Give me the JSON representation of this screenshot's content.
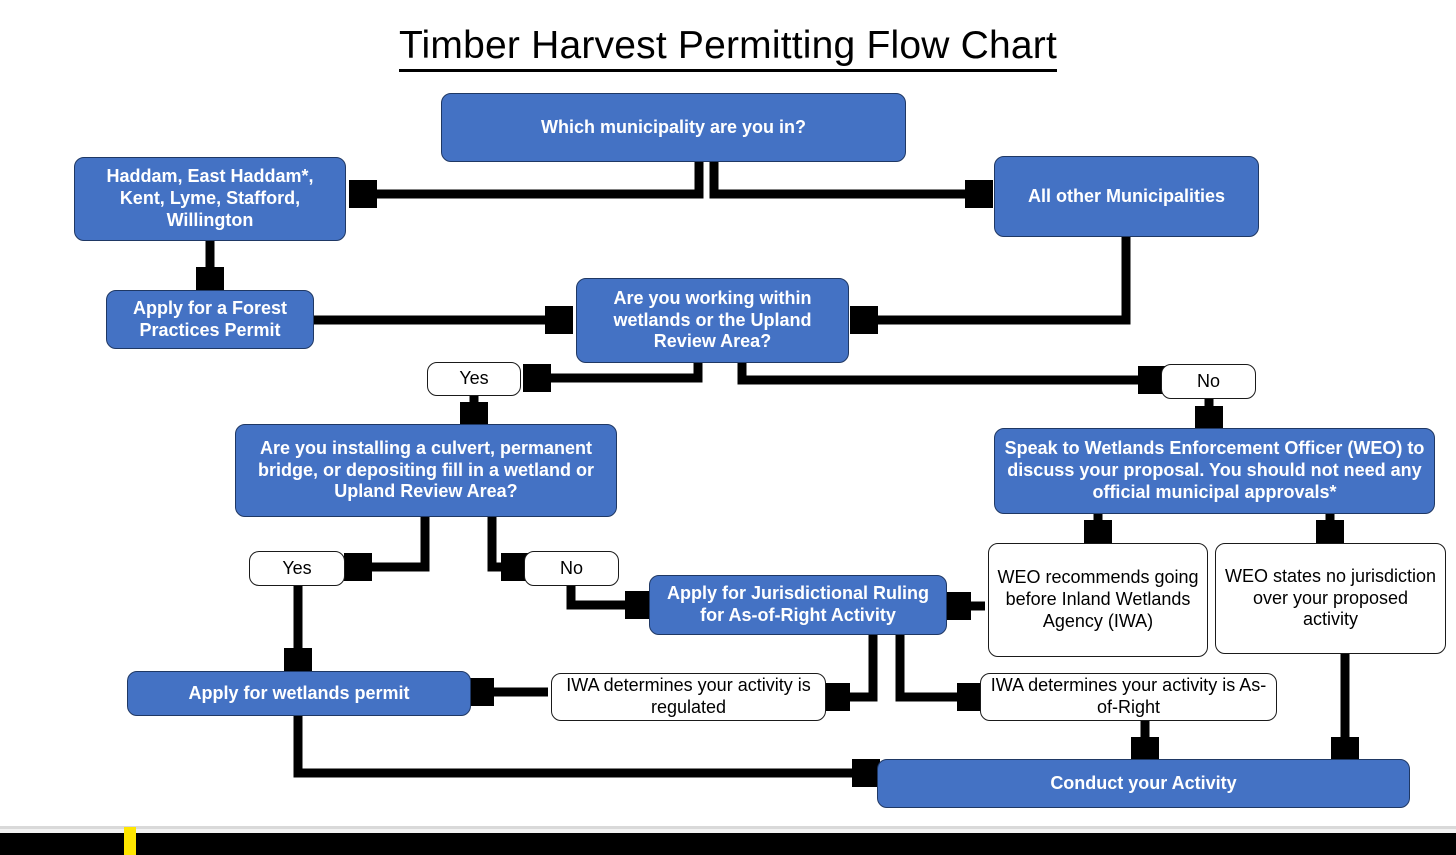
{
  "document": {
    "title": "Timber Harvest Permitting Flow Chart"
  },
  "colors": {
    "node_fill": "#4472C4",
    "node_border": "#1F3864",
    "node_text": "#FFFFFF",
    "decision_fill": "#FFFFFF",
    "decision_text": "#000000",
    "connector": "#000000",
    "footer_bar": "#000000",
    "footer_mark": "#FFE600"
  },
  "nodes": {
    "municipality_question": "Which municipality are you in?",
    "listed_municipalities": "Haddam, East Haddam*, Kent, Lyme, Stafford, Willington",
    "other_municipalities": "All other Municipalities",
    "forest_practices_permit": "Apply for a Forest Practices Permit",
    "wetlands_question": "Are you working within wetlands or the Upland Review Area?",
    "wetlands_yes": "Yes",
    "wetlands_no": "No",
    "culvert_question": "Are you installing a culvert, permanent bridge, or depositing fill in a wetland or Upland Review Area?",
    "weo_speak": "Speak to Wetlands Enforcement Officer (WEO) to discuss your proposal. You should not need any official municipal approvals*",
    "culvert_yes": "Yes",
    "culvert_no": "No",
    "weo_recommends": "WEO recommends going before Inland Wetlands Agency (IWA)",
    "weo_no_jurisdiction": "WEO states no jurisdiction over your proposed activity",
    "jurisdictional_ruling": "Apply for Jurisdictional Ruling for As-of-Right Activity",
    "wetlands_permit": "Apply for wetlands permit",
    "iwa_regulated": "IWA determines your activity is regulated",
    "iwa_as_of_right": "IWA determines your activity is As-of-Right",
    "conduct_activity": "Conduct your Activity"
  },
  "chart_data": {
    "type": "diagram",
    "title": "Timber Harvest Permitting Flow Chart",
    "diagram_kind": "flowchart",
    "steps": [
      {
        "id": "municipality_question",
        "label": "Which municipality are you in?",
        "kind": "process",
        "style": "blue"
      },
      {
        "id": "listed_municipalities",
        "label": "Haddam, East Haddam*, Kent, Lyme, Stafford, Willington",
        "kind": "process",
        "style": "blue"
      },
      {
        "id": "other_municipalities",
        "label": "All other Municipalities",
        "kind": "process",
        "style": "blue"
      },
      {
        "id": "forest_practices_permit",
        "label": "Apply for a Forest Practices Permit",
        "kind": "process",
        "style": "blue"
      },
      {
        "id": "wetlands_question",
        "label": "Are you working within wetlands or the Upland Review Area?",
        "kind": "decision",
        "style": "blue"
      },
      {
        "id": "wetlands_yes",
        "label": "Yes",
        "kind": "branch",
        "style": "white"
      },
      {
        "id": "wetlands_no",
        "label": "No",
        "kind": "branch",
        "style": "white"
      },
      {
        "id": "culvert_question",
        "label": "Are you installing a culvert, permanent bridge, or depositing fill in a wetland or Upland Review Area?",
        "kind": "decision",
        "style": "blue"
      },
      {
        "id": "weo_speak",
        "label": "Speak to Wetlands Enforcement Officer (WEO) to discuss your proposal. You should not need any official municipal approvals*",
        "kind": "process",
        "style": "blue"
      },
      {
        "id": "culvert_yes",
        "label": "Yes",
        "kind": "branch",
        "style": "white"
      },
      {
        "id": "culvert_no",
        "label": "No",
        "kind": "branch",
        "style": "white"
      },
      {
        "id": "weo_recommends",
        "label": "WEO recommends going before Inland Wetlands Agency (IWA)",
        "kind": "outcome",
        "style": "white"
      },
      {
        "id": "weo_no_jurisdiction",
        "label": "WEO states no jurisdiction over your proposed activity",
        "kind": "outcome",
        "style": "white"
      },
      {
        "id": "jurisdictional_ruling",
        "label": "Apply for Jurisdictional Ruling for As-of-Right Activity",
        "kind": "process",
        "style": "blue"
      },
      {
        "id": "wetlands_permit",
        "label": "Apply for wetlands permit",
        "kind": "process",
        "style": "blue"
      },
      {
        "id": "iwa_regulated",
        "label": "IWA determines your activity is regulated",
        "kind": "outcome",
        "style": "white"
      },
      {
        "id": "iwa_as_of_right",
        "label": "IWA determines your activity is As-of-Right",
        "kind": "outcome",
        "style": "white"
      },
      {
        "id": "conduct_activity",
        "label": "Conduct your Activity",
        "kind": "terminal",
        "style": "blue"
      }
    ],
    "edges": [
      {
        "from": "municipality_question",
        "to": "listed_municipalities"
      },
      {
        "from": "municipality_question",
        "to": "other_municipalities"
      },
      {
        "from": "listed_municipalities",
        "to": "forest_practices_permit"
      },
      {
        "from": "forest_practices_permit",
        "to": "wetlands_question"
      },
      {
        "from": "other_municipalities",
        "to": "wetlands_question"
      },
      {
        "from": "wetlands_question",
        "to": "wetlands_yes"
      },
      {
        "from": "wetlands_question",
        "to": "wetlands_no"
      },
      {
        "from": "wetlands_yes",
        "to": "culvert_question"
      },
      {
        "from": "wetlands_no",
        "to": "weo_speak"
      },
      {
        "from": "culvert_question",
        "to": "culvert_yes"
      },
      {
        "from": "culvert_question",
        "to": "culvert_no"
      },
      {
        "from": "culvert_yes",
        "to": "wetlands_permit"
      },
      {
        "from": "culvert_no",
        "to": "jurisdictional_ruling"
      },
      {
        "from": "weo_speak",
        "to": "weo_recommends"
      },
      {
        "from": "weo_speak",
        "to": "weo_no_jurisdiction"
      },
      {
        "from": "weo_recommends",
        "to": "jurisdictional_ruling"
      },
      {
        "from": "jurisdictional_ruling",
        "to": "iwa_regulated"
      },
      {
        "from": "jurisdictional_ruling",
        "to": "iwa_as_of_right"
      },
      {
        "from": "iwa_regulated",
        "to": "wetlands_permit"
      },
      {
        "from": "iwa_as_of_right",
        "to": "conduct_activity"
      },
      {
        "from": "weo_no_jurisdiction",
        "to": "conduct_activity"
      },
      {
        "from": "wetlands_permit",
        "to": "conduct_activity"
      }
    ]
  }
}
